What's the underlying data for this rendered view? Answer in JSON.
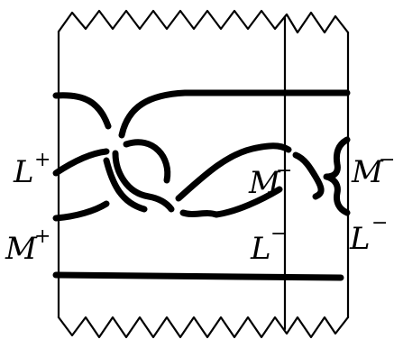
{
  "labels": {
    "l_plus": {
      "base": "L",
      "mark": "+"
    },
    "m_plus": {
      "base": "M",
      "mark": "+"
    },
    "m_minus_inner": {
      "base": "M",
      "mark": "−"
    },
    "m_minus_outer": {
      "base": "M",
      "mark": "−"
    },
    "l_minus_inner": {
      "base": "L",
      "mark": "−"
    },
    "l_minus_outer": {
      "base": "L",
      "mark": "−"
    }
  }
}
